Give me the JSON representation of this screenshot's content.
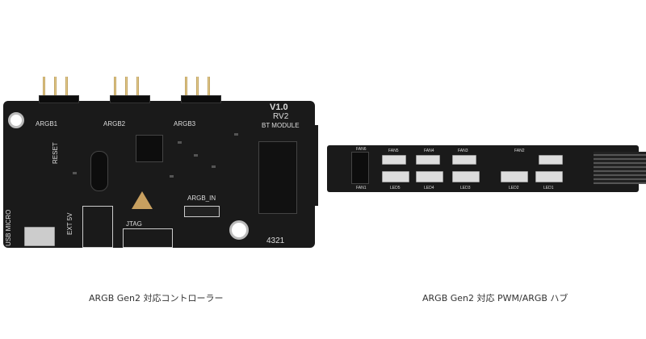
{
  "products": [
    {
      "caption": "ARGB Gen2 対応コントローラー",
      "silkscreen": [
        "ARGB1",
        "ARGB2",
        "ARGB3",
        "V1.0",
        "RV2",
        "BT MODULE",
        "JTAG",
        "ARGB_IN",
        "EXT 5V",
        "USB MICRO",
        "4321",
        "RESET"
      ]
    },
    {
      "caption": "ARGB Gen2 対応 PWM/ARGB ハブ",
      "silkscreen": [
        "FAN1",
        "FAN2",
        "FAN3",
        "FAN4",
        "FAN5",
        "FAN6",
        "LED1",
        "LED2",
        "LED3",
        "LED4",
        "LED5"
      ]
    }
  ]
}
